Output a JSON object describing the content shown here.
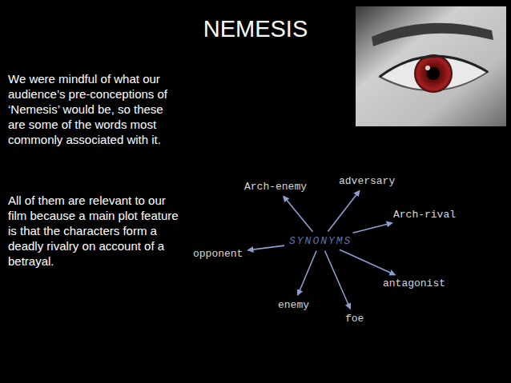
{
  "diagram": {
    "title": "NEMESIS",
    "nodes": [
      {
        "text": [
          "adversary"
        ]
      },
      {
        "text": [
          "Arch-enemy"
        ]
      },
      {
        "text": [
          "Arch-rival"
        ]
      },
      {
        "text": [
          "SYNONYMS"
        ]
      },
      {
        "text": [
          "opponent"
        ]
      },
      {
        "text": [
          "antagonist"
        ]
      },
      {
        "text": [
          "enemy"
        ]
      },
      {
        "text": [
          "foe"
        ]
      }
    ],
    "edges": [
      {
        "from": 3,
        "to": 0,
        "arrow": "to"
      },
      {
        "from": 3,
        "to": 1,
        "arrow": "to"
      },
      {
        "from": 3,
        "to": 2,
        "arrow": "to"
      },
      {
        "from": 3,
        "to": 4,
        "arrow": "to"
      },
      {
        "from": 3,
        "to": 5,
        "arrow": "to"
      },
      {
        "from": 3,
        "to": 6,
        "arrow": "to"
      },
      {
        "from": 3,
        "to": 7,
        "arrow": "to"
      }
    ],
    "labels": [
      "We were mindful of what our audience’s pre-conceptions of ‘Nemesis’ would be, so these are some of the words most commonly associated with it.",
      "All of them are relevant to our film because a main plot feature is that the characters form a deadly rivalry on account of a betrayal."
    ]
  }
}
